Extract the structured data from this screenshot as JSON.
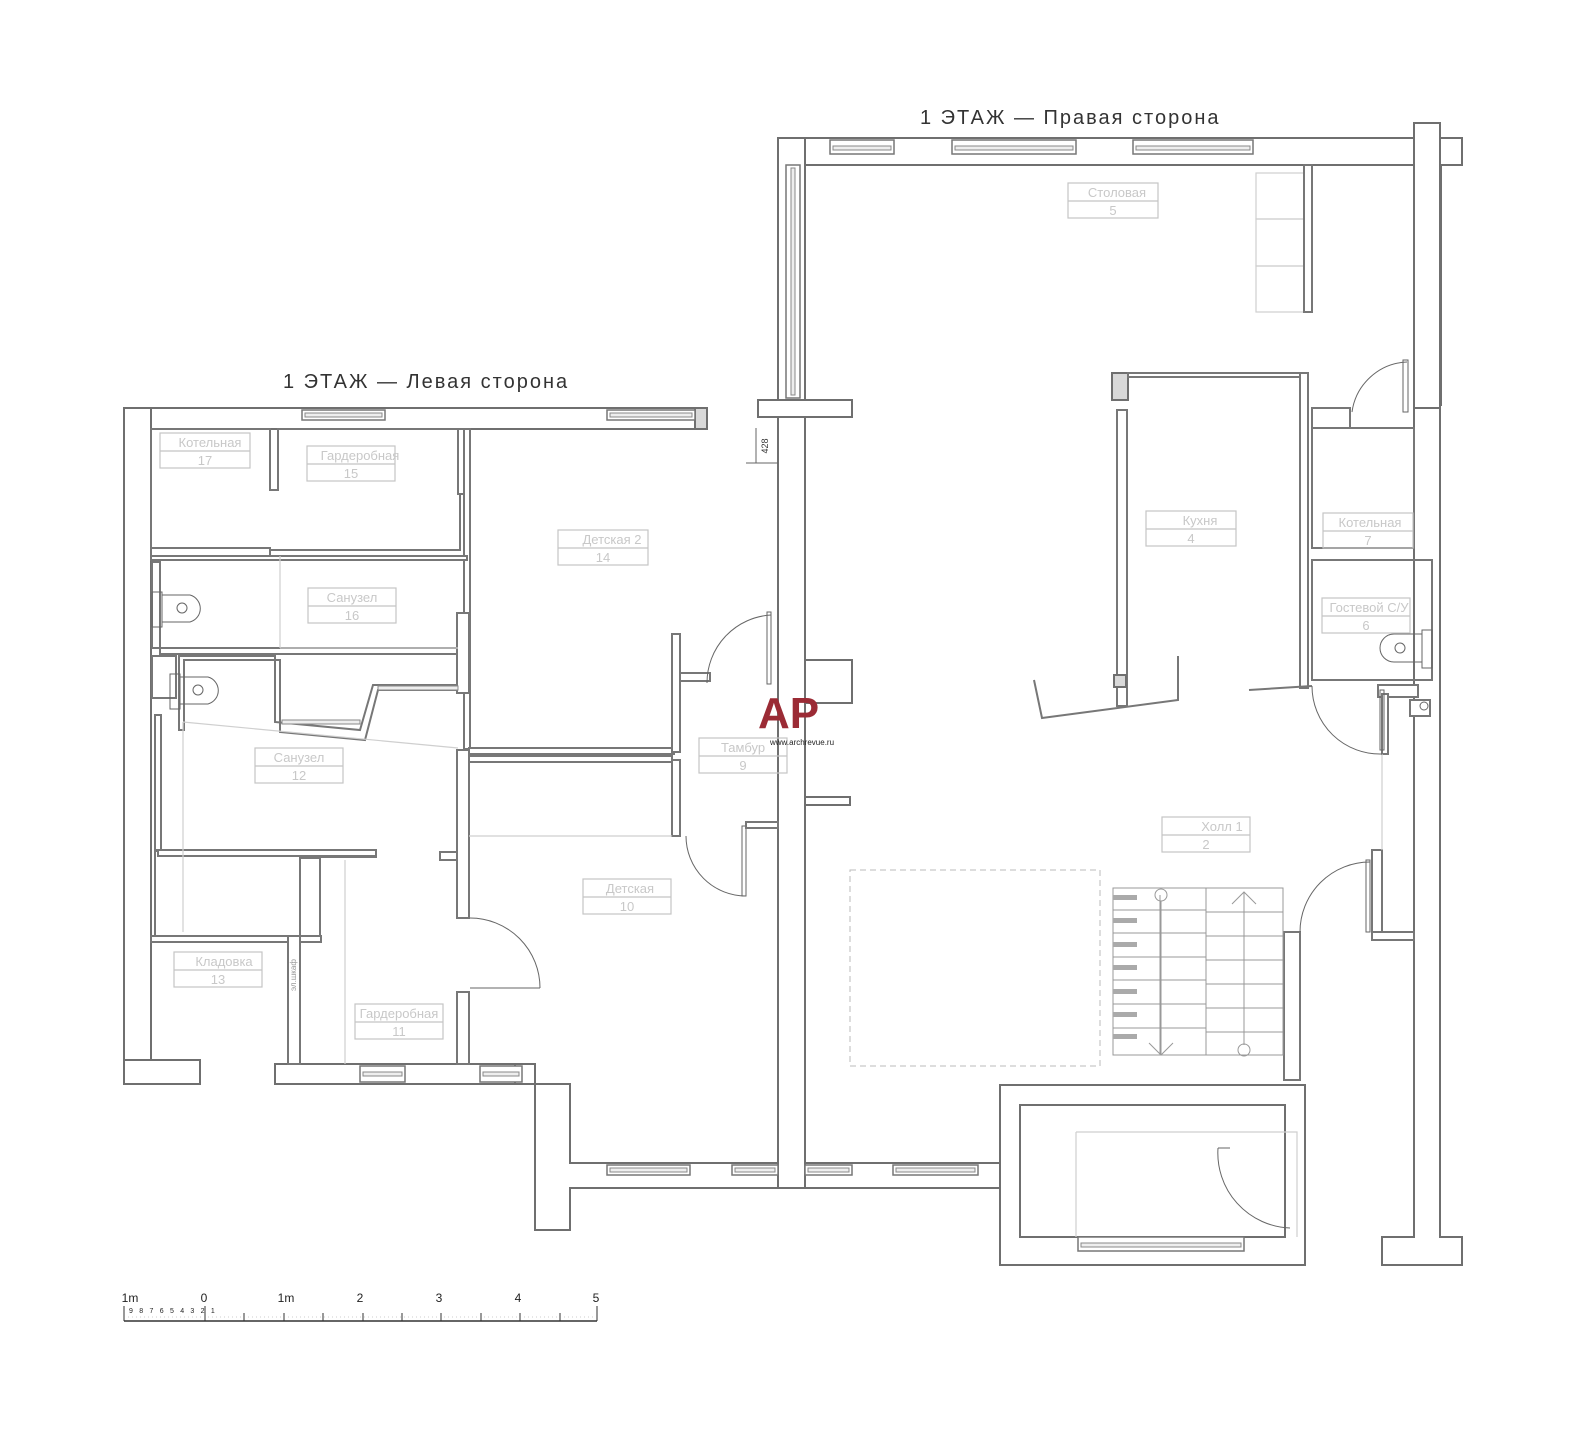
{
  "titles": {
    "right": "1 ЭТАЖ — Правая сторона",
    "left": "1 ЭТАЖ — Левая сторона"
  },
  "rooms": [
    {
      "name": "Котельная",
      "number": "17"
    },
    {
      "name": "Гардеробная",
      "number": "15"
    },
    {
      "name": "Детская 2",
      "number": "14"
    },
    {
      "name": "Санузел",
      "number": "16"
    },
    {
      "name": "Санузел",
      "number": "12"
    },
    {
      "name": "Кладовка",
      "number": "13"
    },
    {
      "name": "Гардеробная",
      "number": "11"
    },
    {
      "name": "Детская",
      "number": "10"
    },
    {
      "name": "Тамбур",
      "number": "9"
    },
    {
      "name": "Столовая",
      "number": "5"
    },
    {
      "name": "Кухня",
      "number": "4"
    },
    {
      "name": "Котельная",
      "number": "7"
    },
    {
      "name": "Гостевой С/У",
      "number": "6"
    },
    {
      "name": "Холл 1",
      "number": "2"
    }
  ],
  "annotations": {
    "dimension": "428",
    "electrical_cabinet": "эл.шкаф"
  },
  "watermark": {
    "logo": "AP",
    "url": "www.archrevue.ru",
    "color": "#9b2b35"
  },
  "scale_bar": {
    "labels": [
      "1m",
      "0",
      "1m",
      "2",
      "3",
      "4",
      "5"
    ],
    "subdivisions": "9 8 7 6 5 4 3 2 1"
  }
}
